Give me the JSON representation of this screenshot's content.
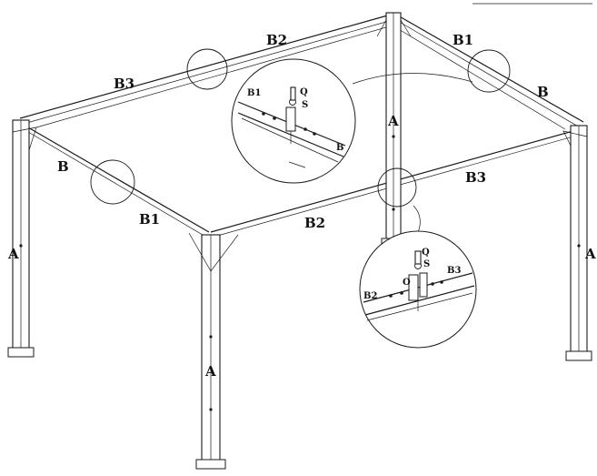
{
  "labels": {
    "beam_b2_top": "B2",
    "beam_b1_top_right": "B1",
    "beam_b3_top_left": "B3",
    "beam_b_right": "B",
    "beam_b_left": "B",
    "beam_b1_front_left": "B1",
    "beam_b2_front": "B2",
    "beam_b3_front_right": "B3",
    "post_a_back": "A",
    "post_a_left": "A",
    "post_a_front": "A",
    "post_a_right": "A"
  },
  "callout_top": {
    "b1": "B1",
    "q": "Q",
    "s": "S",
    "b": "B"
  },
  "callout_bottom": {
    "q": "Q",
    "s": "S",
    "o": "O",
    "b3": "B3",
    "b2": "B2"
  },
  "colors": {
    "ink": "#1a1a1a",
    "paper": "#ffffff"
  }
}
